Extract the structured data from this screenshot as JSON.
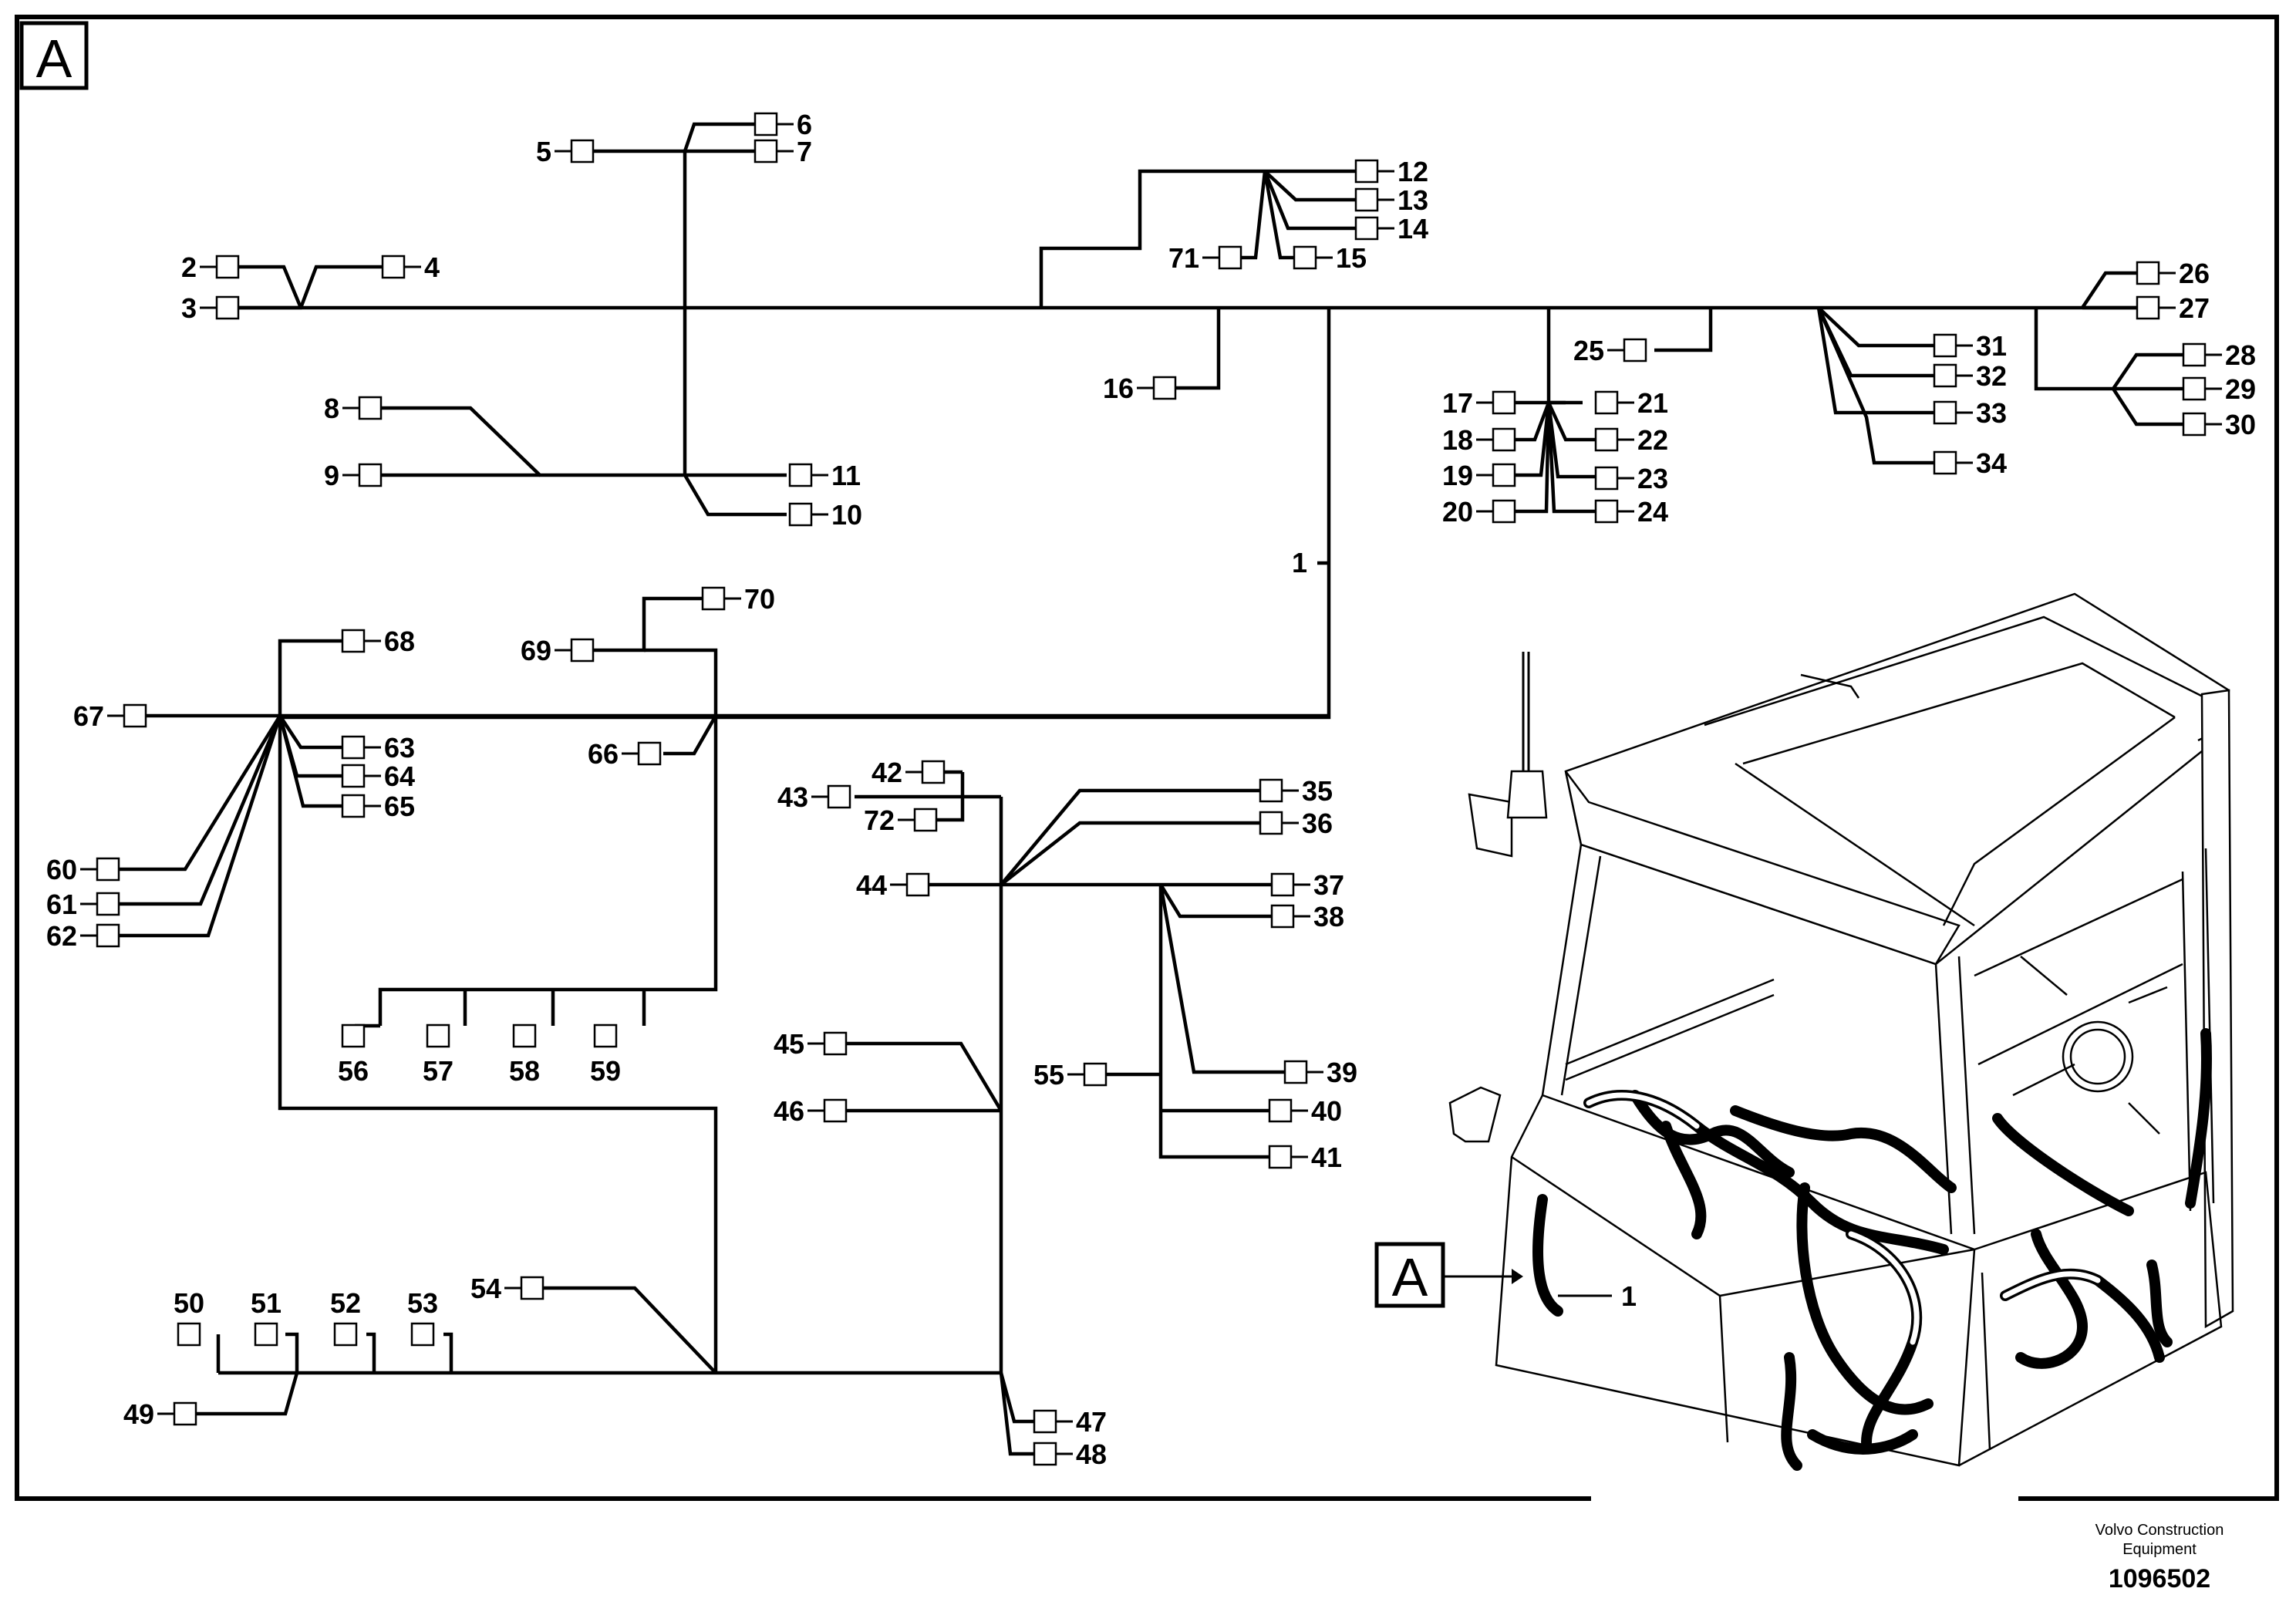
{
  "frame": {
    "view_label": "A"
  },
  "schematic": {
    "trunk_label": "1",
    "labels": [
      "2",
      "3",
      "4",
      "5",
      "6",
      "7",
      "8",
      "9",
      "10",
      "11",
      "12",
      "13",
      "14",
      "15",
      "16",
      "17",
      "18",
      "19",
      "20",
      "21",
      "22",
      "23",
      "24",
      "25",
      "26",
      "27",
      "28",
      "29",
      "30",
      "31",
      "32",
      "33",
      "34",
      "35",
      "36",
      "37",
      "38",
      "39",
      "40",
      "41",
      "42",
      "43",
      "44",
      "45",
      "46",
      "47",
      "48",
      "49",
      "50",
      "51",
      "52",
      "53",
      "54",
      "55",
      "56",
      "57",
      "58",
      "59",
      "60",
      "61",
      "62",
      "63",
      "64",
      "65",
      "66",
      "67",
      "68",
      "69",
      "70",
      "71",
      "72"
    ]
  },
  "illustration": {
    "view_callout": "A",
    "harness_callout": "1",
    "icons": [
      "cab-illustration",
      "antenna-icon",
      "wire-harness-icon"
    ]
  },
  "footer": {
    "brand_line1": "Volvo Construction",
    "brand_line2": "Equipment",
    "drawing_number": "1096502"
  }
}
